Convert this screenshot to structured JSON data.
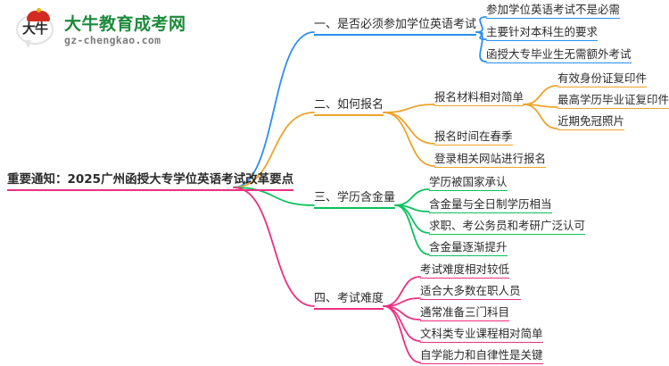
{
  "logo": {
    "glyph": "大牛",
    "title": "大牛教育成考网",
    "domain": "gz-chengkao.com",
    "hat_color": "#d22b22",
    "title_color": "#1c8a3c"
  },
  "mindmap": {
    "root": {
      "label": "重要通知：2025广州函授大专学位英语考试改革要点",
      "color": "#ec2f82"
    },
    "branches": [
      {
        "label": "一、是否必须参加学位英语考试",
        "color": "#2a8ef0",
        "children": [
          {
            "label": "参加学位英语考试不是必需",
            "children": []
          },
          {
            "label": "主要针对本科生的要求",
            "children": []
          },
          {
            "label": "函授大专毕业生无需额外考试",
            "children": []
          }
        ]
      },
      {
        "label": "二、如何报名",
        "color": "#eda42a",
        "children": [
          {
            "label": "报名材料相对简单",
            "children": [
              {
                "label": "有效身份证复印件"
              },
              {
                "label": "最高学历毕业证复印件"
              },
              {
                "label": "近期免冠照片"
              }
            ]
          },
          {
            "label": "报名时间在春季",
            "children": []
          },
          {
            "label": "登录相关网站进行报名",
            "children": []
          }
        ]
      },
      {
        "label": "三、学历含金量",
        "color": "#0ac25c",
        "children": [
          {
            "label": "学历被国家承认",
            "children": []
          },
          {
            "label": "含金量与全日制学历相当",
            "children": []
          },
          {
            "label": "求职、考公务员和考研广泛认可",
            "children": []
          },
          {
            "label": "含金量逐渐提升",
            "children": []
          }
        ]
      },
      {
        "label": "四、考试难度",
        "color": "#ec2f82",
        "children": [
          {
            "label": "考试难度相对较低",
            "children": []
          },
          {
            "label": "适合大多数在职人员",
            "children": []
          },
          {
            "label": "通常准备三门科目",
            "children": []
          },
          {
            "label": "文科类专业课程相对简单",
            "children": []
          },
          {
            "label": "自学能力和自律性是关键",
            "children": []
          }
        ]
      }
    ]
  }
}
